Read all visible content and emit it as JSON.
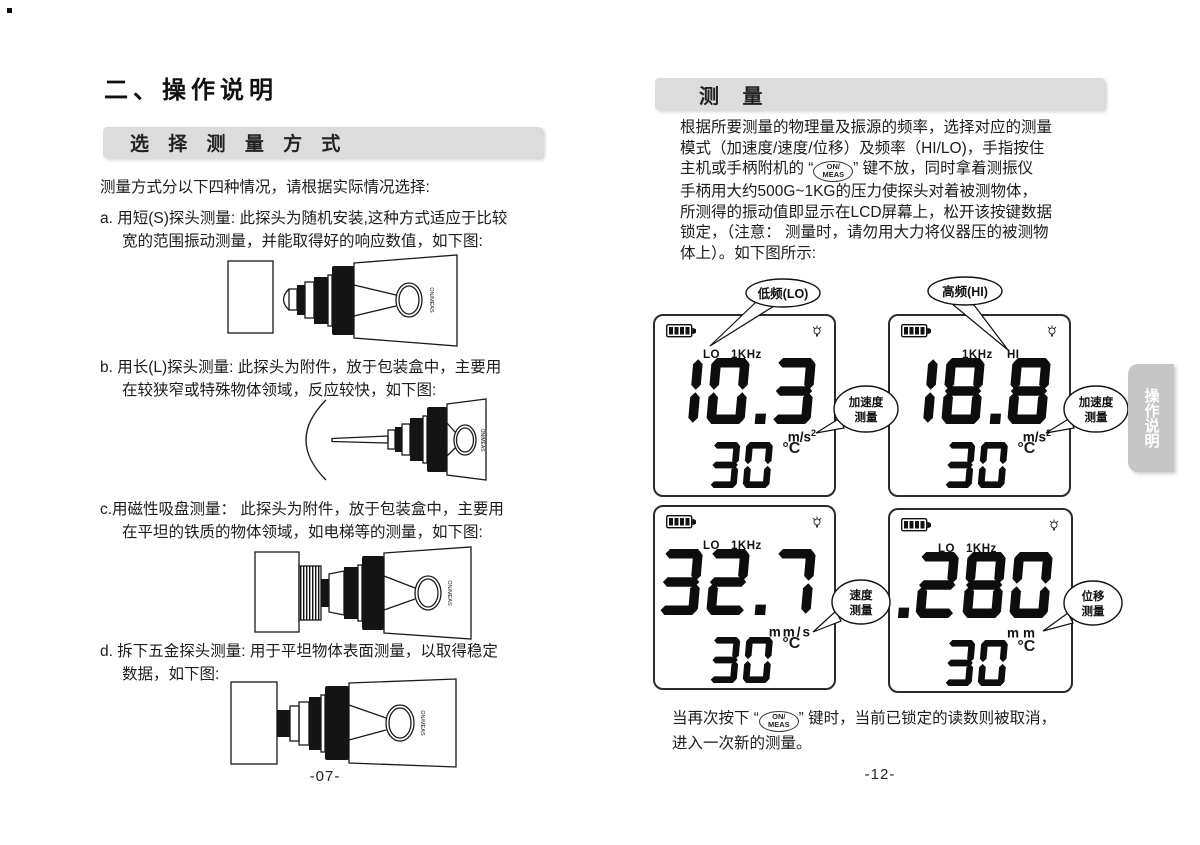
{
  "left_page": {
    "title": "二、操作说明",
    "section": "选 择 测 量 方 式",
    "intro": "测量方式分以下四种情况，请根据实际情况选择:",
    "items": [
      {
        "lines": [
          "a. 用短(S)探头测量: 此探头为随机安装,这种方式适应于比较",
          "宽的范围振动测量，并能取得好的响应数值，如下图:"
        ]
      },
      {
        "lines": [
          "b. 用长(L)探头测量: 此探头为附件，放于包装盒中，主要用",
          "在较狭窄或特殊物体领域，反应较快，如下图:"
        ]
      },
      {
        "lines": [
          "c.用磁性吸盘测量： 此探头为附件，放于包装盒中，主要用",
          "在平坦的铁质的物体领域，如电梯等的测量，如下图:"
        ]
      },
      {
        "lines": [
          "d. 拆下五金探头测量: 用于平坦物体表面测量，以取得稳定",
          "数据，如下图:"
        ]
      }
    ],
    "probe_button": "ON/MEAS",
    "page_number": "-07-"
  },
  "right_page": {
    "section": "测  量",
    "para1": {
      "l1": "根据所要测量的物理量及振源的频率，选择对应的测量",
      "l2": "模式（加速度/速度/位移）及频率（HI/LO)，手指按住",
      "l3a": "主机或手柄附机的 “",
      "l3b": "” 键不放，同时拿着测振仪",
      "l4": "手柄用大约500G~1KG的压力使探头对着被测物体，",
      "l5": "所测得的振动值即显示在LCD屏幕上，松开该按键数据",
      "l6": "锁定，（注意： 测量时，请勿用大力将仪器压的被测物",
      "l7": "体上）。如下图所示:"
    },
    "meas_button": {
      "top": "ON/",
      "bottom": "MEAS"
    },
    "para2": {
      "l1a": "当再次按下 “",
      "l1b": "” 键时，当前已锁定的读数则被取消，",
      "l2": "进入一次新的测量。"
    },
    "page_number": "-12-",
    "callouts": {
      "lo": "低频(LO)",
      "hi": "高频(HI)",
      "accel1": "加速度",
      "accel2": "测量",
      "vel1": "速度",
      "vel2": "测量",
      "disp1": "位移",
      "disp2": "测量"
    },
    "lcds": [
      {
        "ind1": "LO",
        "ind2": "1KHz",
        "value": "10.3",
        "unit": "m/s",
        "unit_sup": "2",
        "temp": "30",
        "temp_unit": "°C"
      },
      {
        "ind1": "1KHz",
        "ind2": "HI",
        "value": "18.8",
        "unit": "m/s",
        "unit_sup": "2",
        "temp": "30",
        "temp_unit": "°C"
      },
      {
        "ind1": "LO",
        "ind2": "1KHz",
        "value": "32.7",
        "unit": "mm/s",
        "unit_sup": "",
        "temp": "30",
        "temp_unit": "°C"
      },
      {
        "ind1": "LO",
        "ind2": "1KHz",
        "value": ".280",
        "unit": "mm",
        "unit_sup": "",
        "temp": "30",
        "temp_unit": "°C"
      }
    ]
  },
  "side_tab": "操作说明",
  "colors": {
    "bar_gray": "#dcdcdc",
    "tab_gray": "#c6c6c6",
    "ink": "#111111"
  }
}
